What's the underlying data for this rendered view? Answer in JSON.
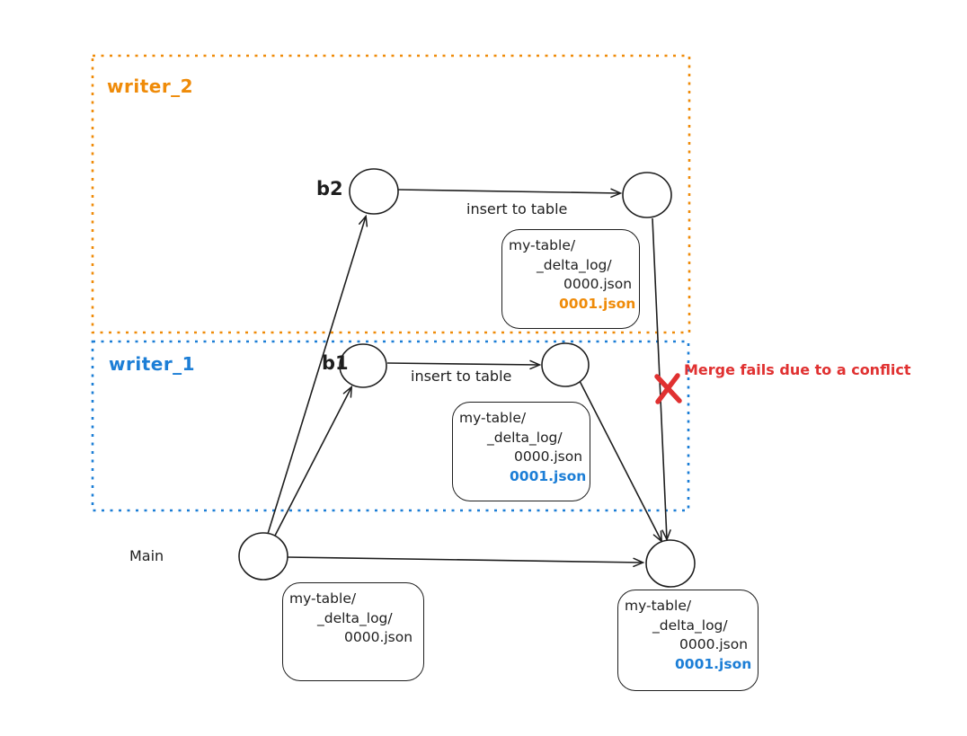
{
  "colors": {
    "ink": "#1e1e1e",
    "orange": "#ef8b09",
    "blue": "#1c7ed6",
    "red": "#e03131"
  },
  "regions": {
    "writer_2": {
      "label": "writer_2"
    },
    "writer_1": {
      "label": "writer_1"
    }
  },
  "branches": {
    "main": {
      "label": "Main"
    }
  },
  "commits": {
    "b2": {
      "label": "b2"
    },
    "b1": {
      "label": "b1"
    }
  },
  "edges": {
    "writer_2_insert": {
      "label": "insert to table"
    },
    "writer_1_insert": {
      "label": "insert to table"
    }
  },
  "annotations": {
    "merge_conflict": {
      "label": "Merge fails due to a conflict"
    }
  },
  "file_boxes": {
    "writer_2": {
      "lines": [
        "my-table/",
        "_delta_log/",
        "0000.json",
        "0001.json"
      ],
      "highlight_line": 3,
      "highlight_color": "#ef8b09"
    },
    "writer_1": {
      "lines": [
        "my-table/",
        "_delta_log/",
        "0000.json",
        "0001.json"
      ],
      "highlight_line": 3,
      "highlight_color": "#1c7ed6"
    },
    "main": {
      "lines": [
        "my-table/",
        "_delta_log/",
        "0000.json"
      ]
    },
    "merged": {
      "lines": [
        "my-table/",
        "_delta_log/",
        "0000.json",
        "0001.json"
      ],
      "highlight_line": 3,
      "highlight_color": "#1c7ed6"
    }
  }
}
